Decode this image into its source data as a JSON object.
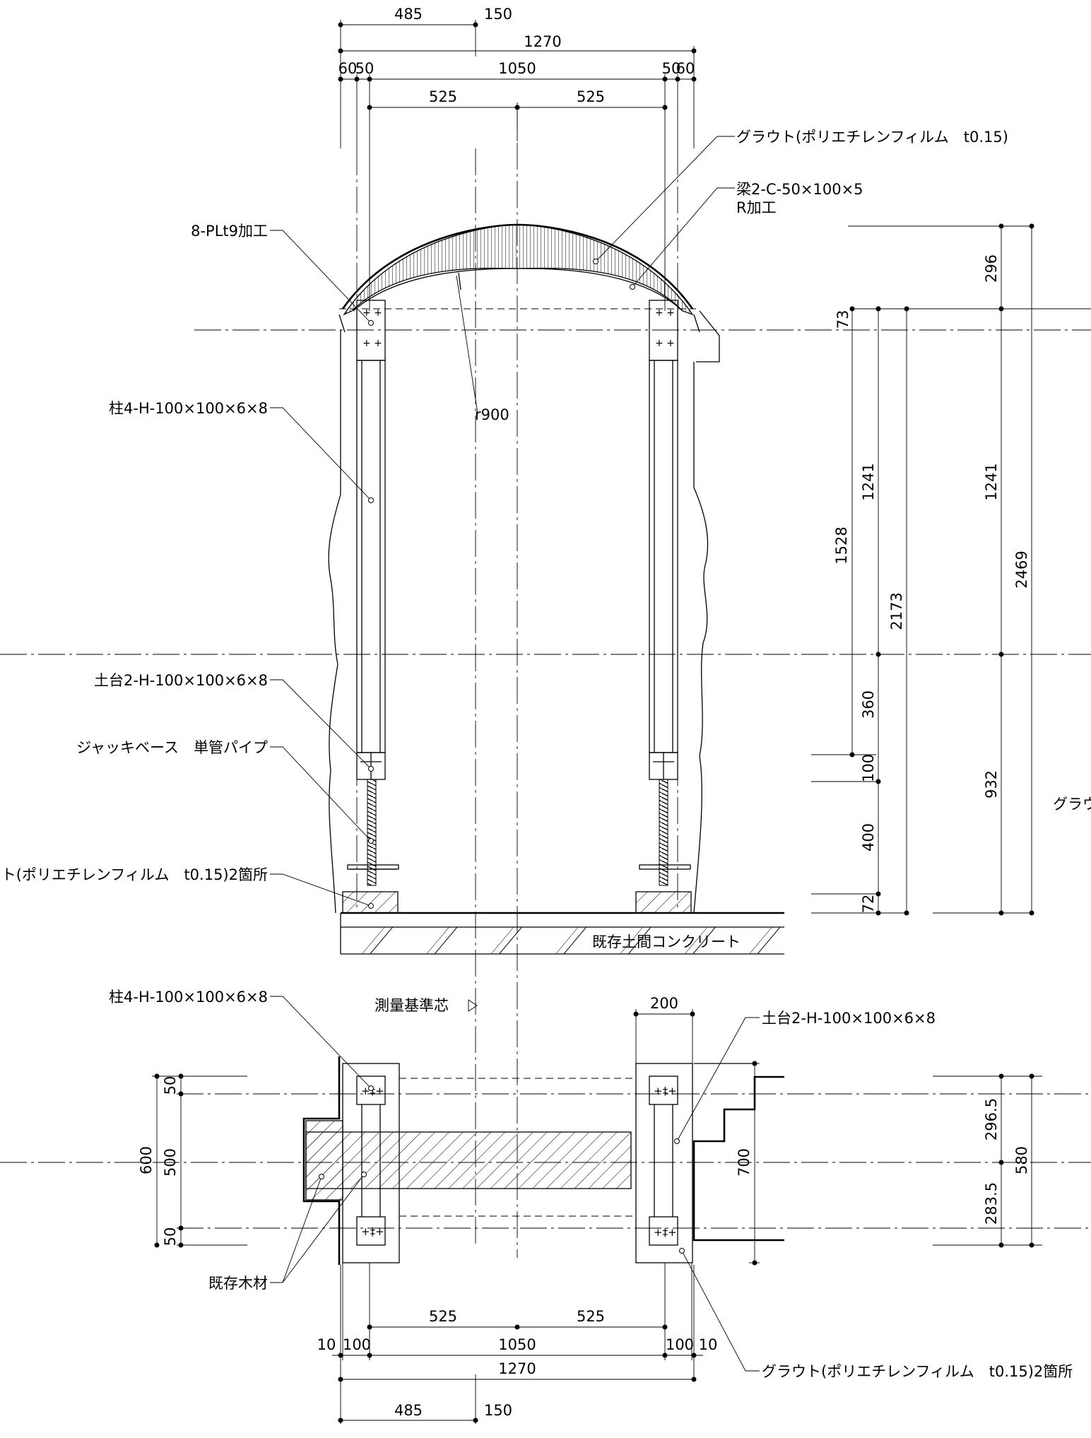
{
  "elevation": {
    "top_dims": {
      "d485": "485",
      "d150": "150",
      "d1270": "1270",
      "d60_left": "60",
      "d50_left": "50",
      "d1050": "1050",
      "d50_right": "50",
      "d60_right": "60",
      "d525_left": "525",
      "d525_right": "525"
    },
    "right_dims": {
      "d296": "296",
      "d73": "73",
      "d1241_inner": "1241",
      "d1528": "1528",
      "d2173": "2173",
      "d1241_outer": "1241",
      "d2469": "2469",
      "d360": "360",
      "d100": "100",
      "d400": "400",
      "d932": "932",
      "d72": "72"
    },
    "radius": "r900",
    "labels": {
      "grout_top": "グラウト(ポリエチレンフィルム　t0.15)",
      "beam": "梁2-C-50×100×5",
      "beam_r": "R加工",
      "plate": "8-PLt9加工",
      "column": "柱4-H-100×100×6×8",
      "sill": "土台2-H-100×100×6×8",
      "jack": "ジャッキベース　単管パイプ",
      "grout_base": "ト(ポリエチレンフィルム　t0.15)2箇所",
      "grout_right_cut": "グラウ",
      "floor": "既存土間コンクリート"
    }
  },
  "plan": {
    "labels": {
      "column": "柱4-H-100×100×6×8",
      "survey": "測量基準芯",
      "sill": "土台2-H-100×100×6×8",
      "timber": "既存木材",
      "grout": "グラウト(ポリエチレンフィルム　t0.15)2箇所"
    },
    "dims": {
      "d200": "200",
      "d50_top": "50",
      "d500": "500",
      "d50_bottom": "50",
      "d600": "600",
      "d700": "700",
      "d296_5": "296.5",
      "d283_5": "283.5",
      "d580": "580",
      "d525_left": "525",
      "d525_right": "525",
      "d10_left": "10",
      "d100_left": "100",
      "d1050": "1050",
      "d100_right": "100",
      "d10_right": "10",
      "d1270": "1270",
      "d485": "485",
      "d150": "150"
    }
  }
}
